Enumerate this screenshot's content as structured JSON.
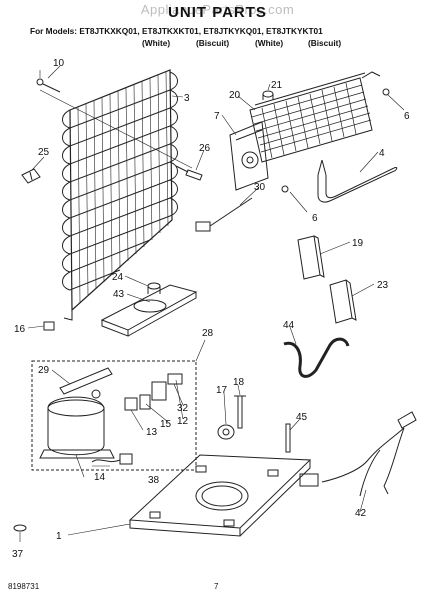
{
  "header": {
    "watermark": "AppliancePartsPros.com",
    "title": "UNIT PARTS",
    "models_line": "For Models: ET8JTKXKQ01, ET8JTKXKT01, ET8JTKYKQ01, ET8JTKYKT01",
    "colors": [
      "(White)",
      "(Biscuit)",
      "(White)",
      "(Biscuit)"
    ]
  },
  "callouts": [
    "10",
    "3",
    "21",
    "20",
    "6",
    "7",
    "4",
    "25",
    "26",
    "30",
    "6",
    "19",
    "24",
    "43",
    "23",
    "16",
    "28",
    "44",
    "29",
    "17",
    "18",
    "32",
    "12",
    "15",
    "13",
    "45",
    "14",
    "38",
    "42",
    "1",
    "37"
  ],
  "footer": {
    "part_number": "8198731",
    "page": "7"
  }
}
